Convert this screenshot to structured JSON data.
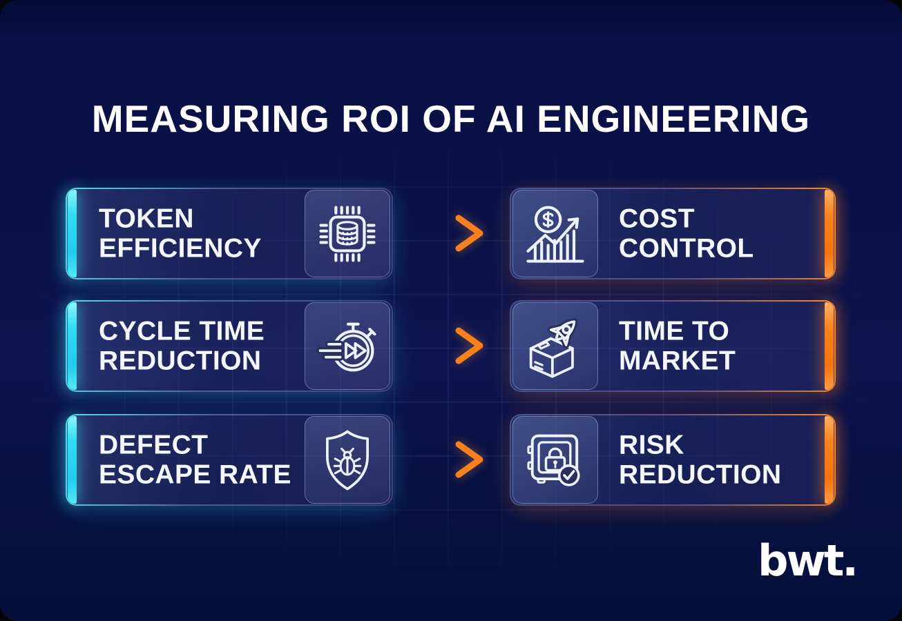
{
  "title": "MEASURING ROI OF AI ENGINEERING",
  "brand": {
    "logo_text": "bwt."
  },
  "colors": {
    "background_navy": "#0c1349",
    "accent_cyan": "#33dcf2",
    "accent_orange": "#f97316",
    "card_text": "#f5f7ff"
  },
  "rows": [
    {
      "metric": {
        "line1": "TOKEN",
        "line2": "EFFICIENCY",
        "icon": "chip-database-icon"
      },
      "outcome": {
        "line1": "COST",
        "line2": "CONTROL",
        "icon": "dollar-growth-chart-icon"
      }
    },
    {
      "metric": {
        "line1": "CYCLE TIME",
        "line2": "REDUCTION",
        "icon": "stopwatch-fast-forward-icon"
      },
      "outcome": {
        "line1": "TIME TO",
        "line2": "MARKET",
        "icon": "rocket-launch-box-icon"
      }
    },
    {
      "metric": {
        "line1": "DEFECT",
        "line2": "ESCAPE RATE",
        "icon": "shield-bug-icon"
      },
      "outcome": {
        "line1": "RISK",
        "line2": "REDUCTION",
        "icon": "safe-lock-check-icon"
      }
    }
  ]
}
